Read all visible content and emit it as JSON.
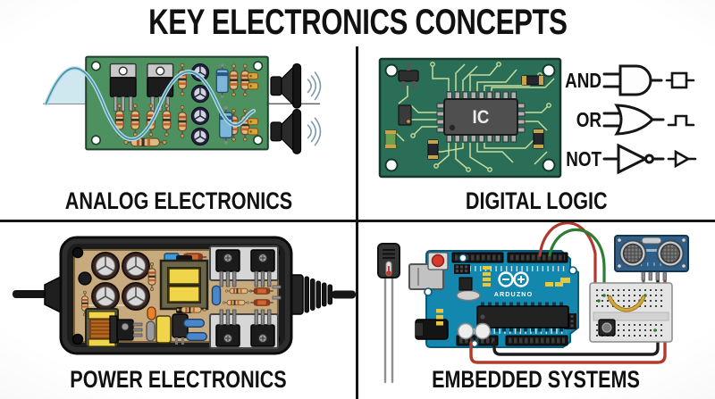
{
  "title": "KEY ELECTRONICS CONCEPTS",
  "quadrants": {
    "analog": {
      "label": "ANALOG ELECTRONICS"
    },
    "digital": {
      "label": "DIGITAL LOGIC",
      "ic_label": "IC",
      "gates": [
        {
          "label": "AND"
        },
        {
          "label": "OR"
        },
        {
          "label": "NOT"
        }
      ]
    },
    "power": {
      "label": "POWER ELECTRONICS"
    },
    "embedded": {
      "label": "EMBEDDED SYSTEMS",
      "board_brand": "ARDUZNO"
    }
  },
  "colors": {
    "background": "#fdfdfd",
    "vignette": "#d7d7d7",
    "divider": "#141414",
    "text": "#111111",
    "analog_pcb_green": "#4e9160",
    "digital_pcb_green": "#2a6e58",
    "trace_yellow": "#c9dc9c",
    "power_pcb_tan": "#c7ab7e",
    "arduino_teal": "#1487ae",
    "ultrasonic_blue": "#2d5f8a",
    "wave_teal": "#4790a8",
    "wire_red": "#b03a2e",
    "wire_green": "#2e7d32",
    "wire_yellow": "#d4a736"
  }
}
